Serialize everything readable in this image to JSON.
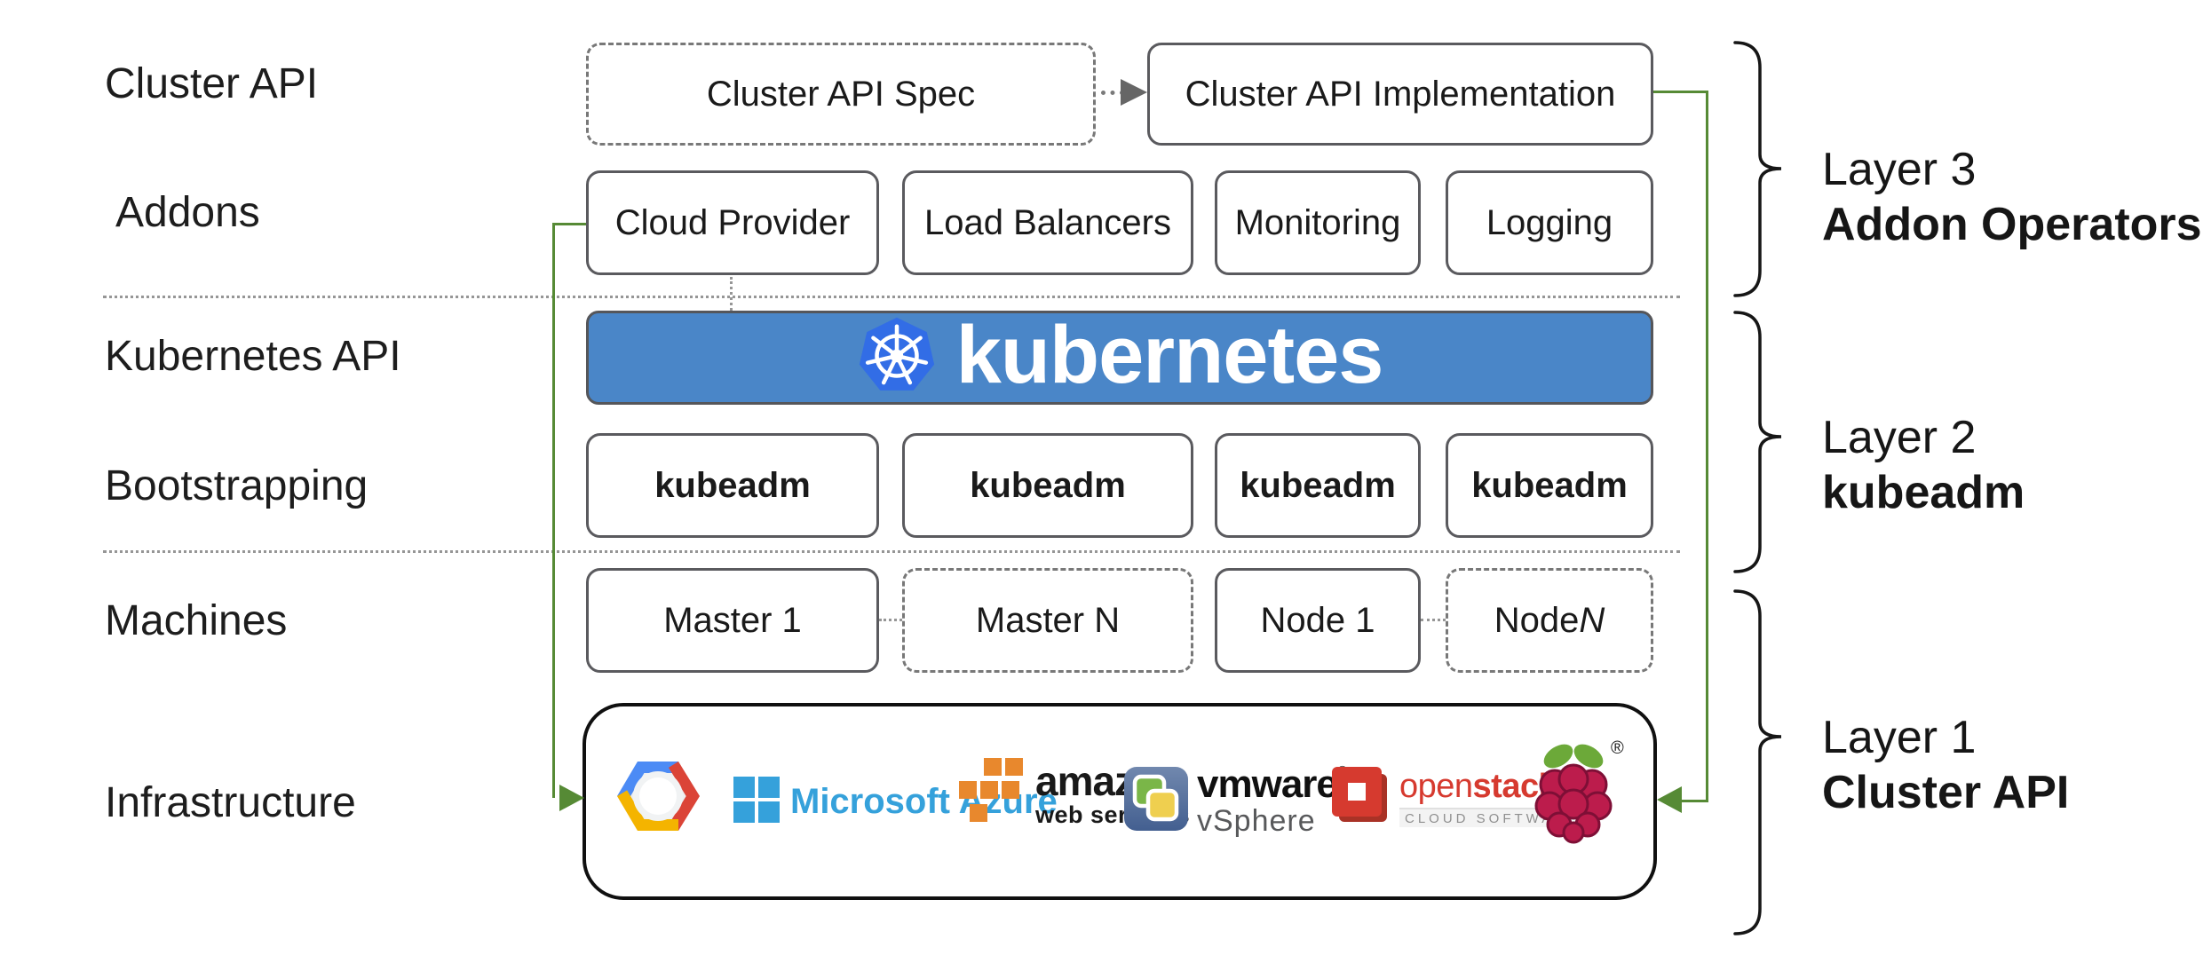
{
  "row_labels": [
    {
      "label": "Cluster API"
    },
    {
      "label": "Addons"
    },
    {
      "label": "Kubernetes API"
    },
    {
      "label": "Bootstrapping"
    },
    {
      "label": "Machines"
    },
    {
      "label": "Infrastructure"
    }
  ],
  "cluster_api_row": {
    "spec_label": "Cluster API Spec",
    "implementation_label": "Cluster API Implementation"
  },
  "addons_row": {
    "items": [
      "Cloud Provider",
      "Load Balancers",
      "Monitoring",
      "Logging"
    ]
  },
  "kubernetes_banner": {
    "wordmark": "kubernetes"
  },
  "bootstrapping_row": {
    "items": [
      "kubeadm",
      "kubeadm",
      "kubeadm",
      "kubeadm"
    ]
  },
  "machines_row": {
    "items": [
      {
        "text": "Master 1",
        "italic_suffix": "",
        "style": "solid"
      },
      {
        "text": "Master N",
        "italic_suffix": "",
        "style": "dashed"
      },
      {
        "text": "Node 1",
        "italic_suffix": "",
        "style": "solid"
      },
      {
        "text": "Node ",
        "italic_suffix": "N",
        "style": "dashed"
      }
    ]
  },
  "infrastructure": {
    "providers": {
      "google_cloud": {
        "icon": "google-cloud-hexagon-icon"
      },
      "azure": {
        "label": "Microsoft Azure",
        "icon": "microsoft-window-icon"
      },
      "aws": {
        "label_main": "amazon",
        "label_sub": "web services",
        "icon": "aws-cubes-icon"
      },
      "vmware": {
        "label_main": "vmware",
        "reg_mark": "®",
        "label_sub": "vSphere",
        "icon": "vmware-vsphere-icon"
      },
      "openstack": {
        "label_open": "open",
        "label_stack": "stack",
        "tm_mark": "™",
        "label_sub": "CLOUD SOFTWARE",
        "icon": "openstack-icon"
      },
      "raspberry_pi": {
        "reg_mark": "®",
        "icon": "raspberry-pi-icon"
      }
    }
  },
  "layers": [
    {
      "name": "Layer 3",
      "title": "Addon Operators"
    },
    {
      "name": "Layer 2",
      "title": "kubeadm"
    },
    {
      "name": "Layer 1",
      "title": "Cluster API"
    }
  ],
  "colors": {
    "connector_green": "#568A35",
    "kubernetes_banner_blue": "#4A86C8",
    "kubernetes_logo_blue": "#326DE6",
    "box_border_gray": "#5A5A5E",
    "azure_blue": "#35A1DB",
    "aws_orange": "#E8882D",
    "openstack_red": "#D63A2F",
    "vmware_slate_blue": "#56719E",
    "vmware_green": "#7AB648",
    "vmware_yellow": "#EFCF4F",
    "raspberry_crimson": "#BC1C4C",
    "raspberry_leaf_green": "#6CA939",
    "gcp_blue": "#4C8BF5",
    "gcp_red": "#DB4437",
    "gcp_yellow": "#F4B400"
  }
}
